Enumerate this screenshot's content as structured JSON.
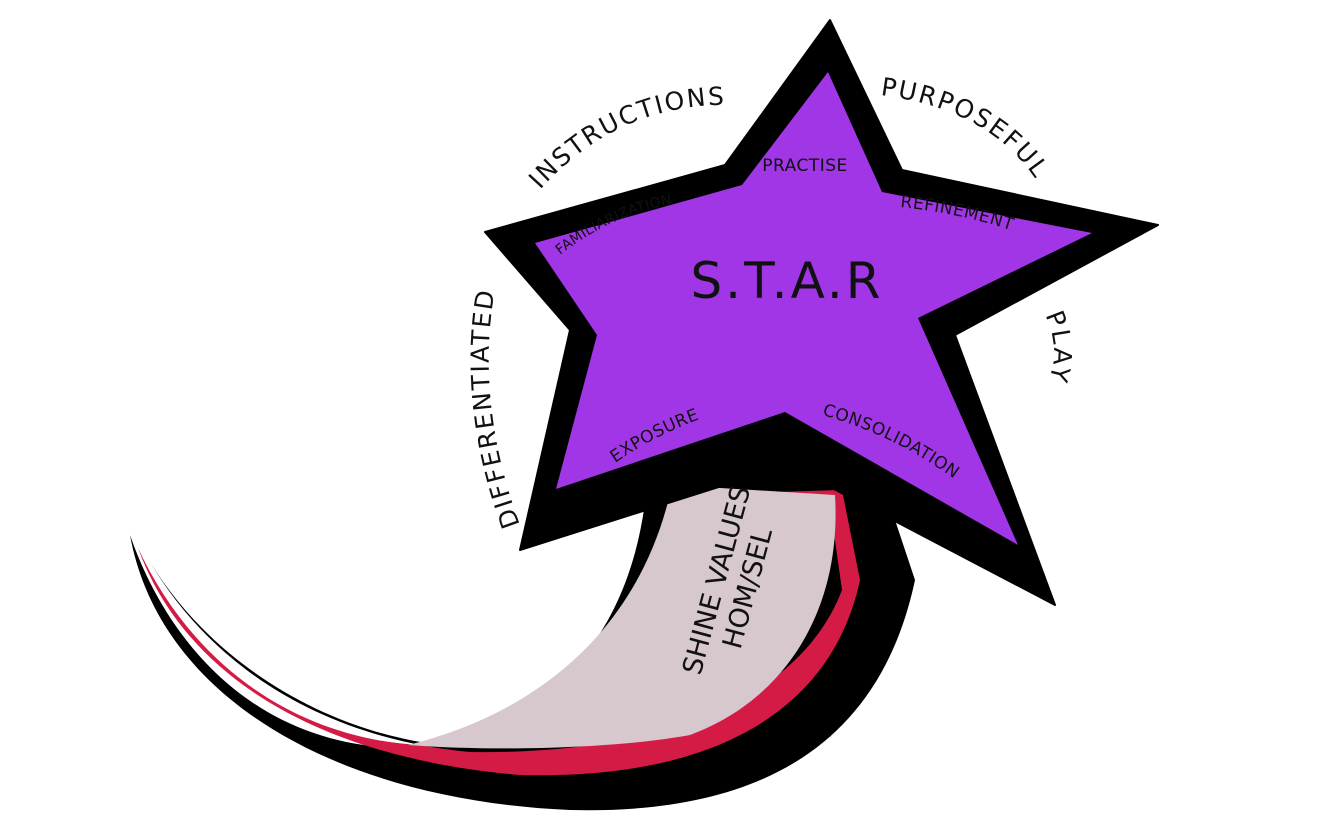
{
  "title": "S.T.A.R",
  "star_labels": {
    "practise": "PRACTISE",
    "familiarization": "FAMILIARIZATION",
    "refinement": "REFINEMENT",
    "exposure": "EXPOSURE",
    "consolidation": "CONSOLIDATION"
  },
  "ring_labels": {
    "instructions": "INSTRUCTIONS",
    "purposeful": "PURPOSEFUL",
    "play": "PLAY",
    "differentiated": "DIFFERENTIATED"
  },
  "trail_labels": {
    "line1": "SHINE VALUES",
    "line2": "HOM/SEL"
  },
  "colors": {
    "star_fill": "#a036e6",
    "outline": "#000000",
    "trail_red": "#d41b45",
    "trail_band": "#d6c8cc",
    "text": "#111111"
  }
}
